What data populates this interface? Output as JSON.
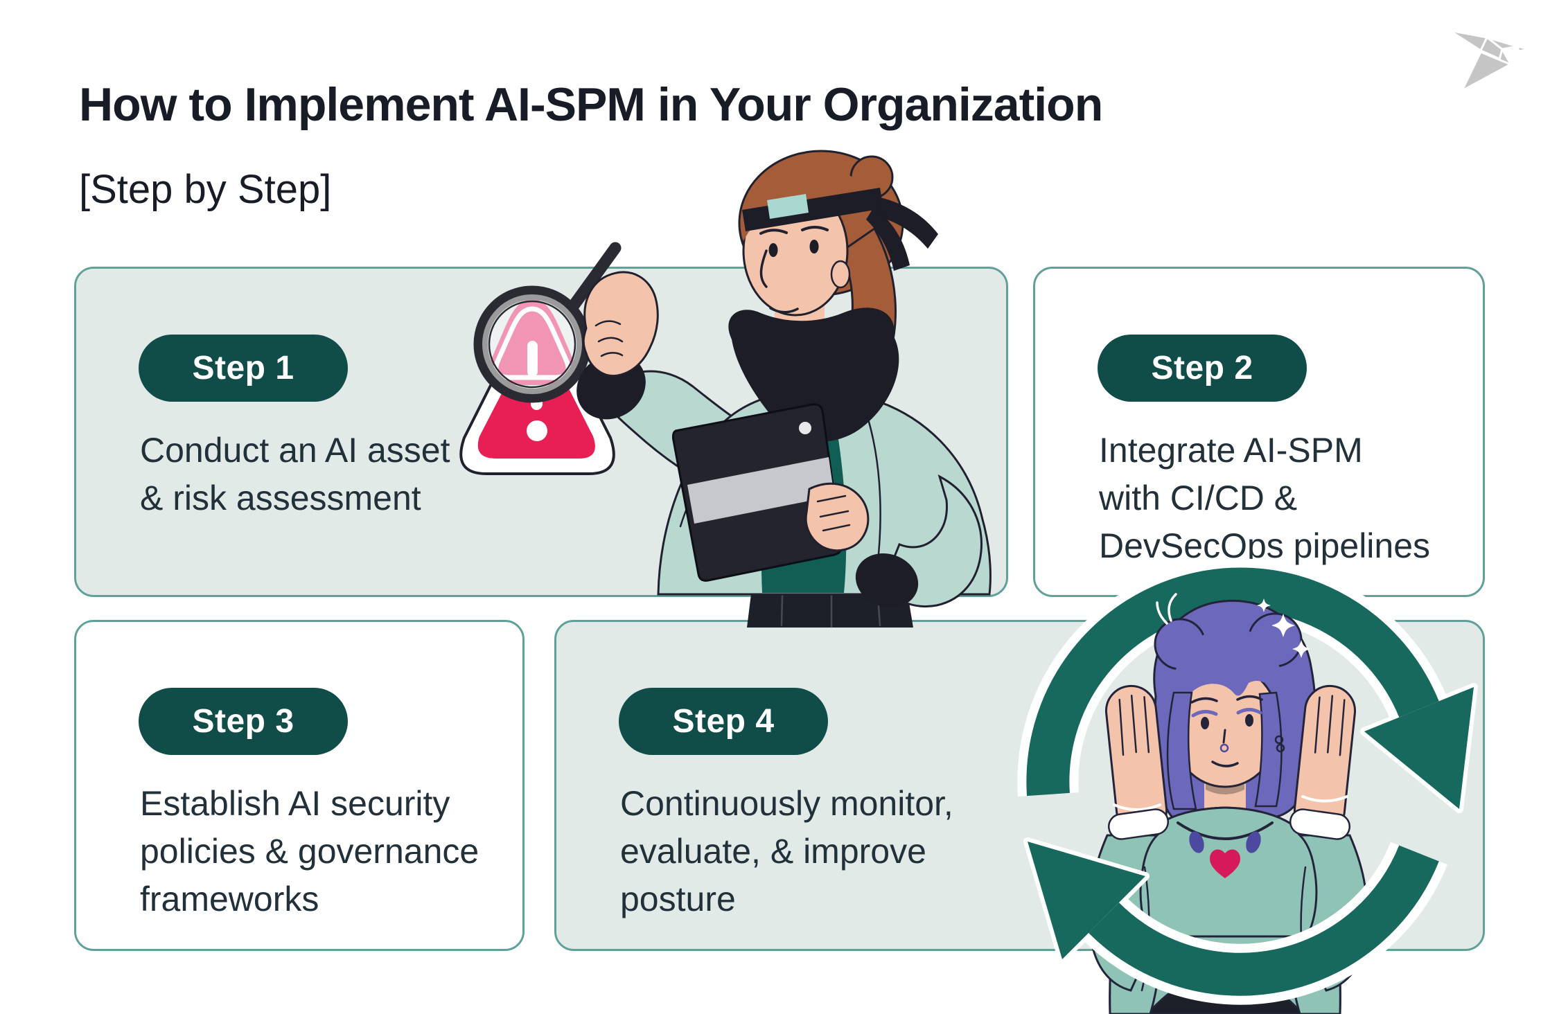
{
  "page": {
    "title": "How to Implement AI-SPM in Your Organization",
    "subtitle": "[Step by Step]"
  },
  "steps": [
    {
      "badge": "Step 1",
      "text": "Conduct an AI asset\n& risk assessment"
    },
    {
      "badge": "Step 2",
      "text": "Integrate AI-SPM\nwith CI/CD &\nDevSecOps pipelines"
    },
    {
      "badge": "Step 3",
      "text": "Establish AI security\npolicies & governance\nframeworks"
    },
    {
      "badge": "Step 4",
      "text": "Continuously monitor,\nevaluate, & improve\nposture"
    }
  ],
  "illustrations": {
    "logo": "origami-bird-logo",
    "step1_art": "analyst-with-magnifier-and-warning-sign",
    "step4_art": "woman-with-continuous-cycle-arrows"
  },
  "colors": {
    "badge_teal": "#114d48",
    "card_border": "#5fa19a",
    "card_mint": "#e2eae7",
    "cycle_arrow_teal": "#17695e",
    "alert_red": "#e81f55",
    "alert_pink": "#f295b5",
    "title_dark": "#171c26",
    "body_text": "#22303a",
    "logo_gray": "#c5c5c5",
    "jacket_mint": "#b9d8d0",
    "sweater_green": "#8fc3b5",
    "hair_auburn": "#a55d39",
    "hair_purple": "#6c69bd",
    "skin": "#f4c3ac",
    "shirt_teal": "#115e55"
  }
}
